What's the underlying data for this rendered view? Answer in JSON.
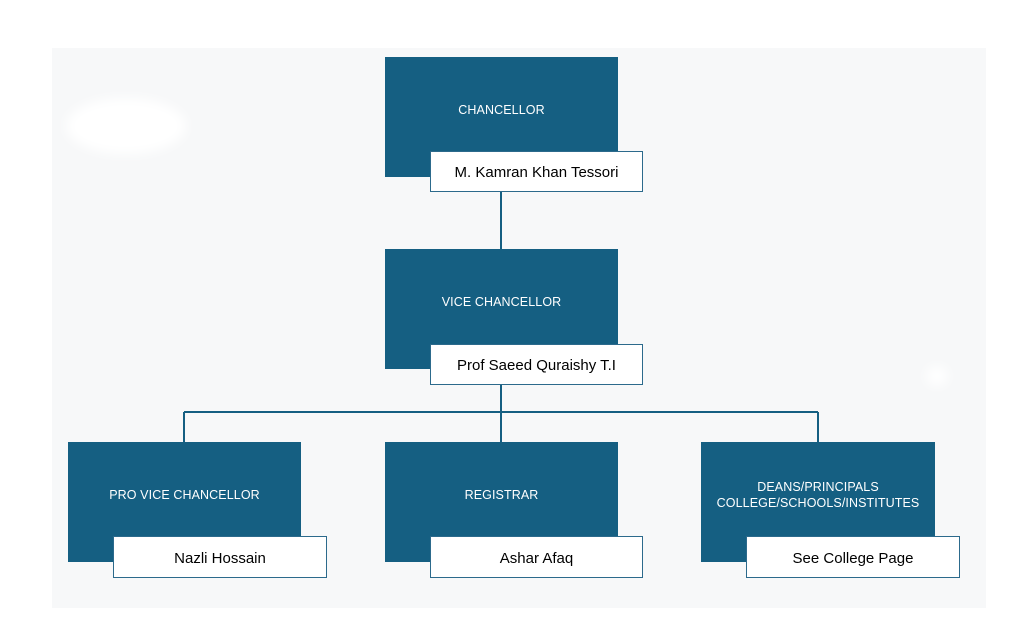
{
  "colors": {
    "box_fill": "#155f82",
    "box_text": "#ffffff",
    "connector": "#155f82",
    "name_border": "#2c6a8c",
    "name_text": "#000000",
    "background": "#f7f8f9"
  },
  "org_chart": {
    "chancellor": {
      "title": "CHANCELLOR",
      "name": "M. Kamran Khan Tessori"
    },
    "vice_chancellor": {
      "title": "VICE CHANCELLOR",
      "name": "Prof Saeed Quraishy T.I"
    },
    "pro_vice_chancellor": {
      "title": "PRO VICE CHANCELLOR",
      "name": "Nazli Hossain"
    },
    "registrar": {
      "title": "REGISTRAR",
      "name": "Ashar Afaq"
    },
    "deans": {
      "title": "DEANS/PRINCIPALS\nCOLLEGE/SCHOOLS/INSTITUTES",
      "name": "See College Page"
    }
  }
}
